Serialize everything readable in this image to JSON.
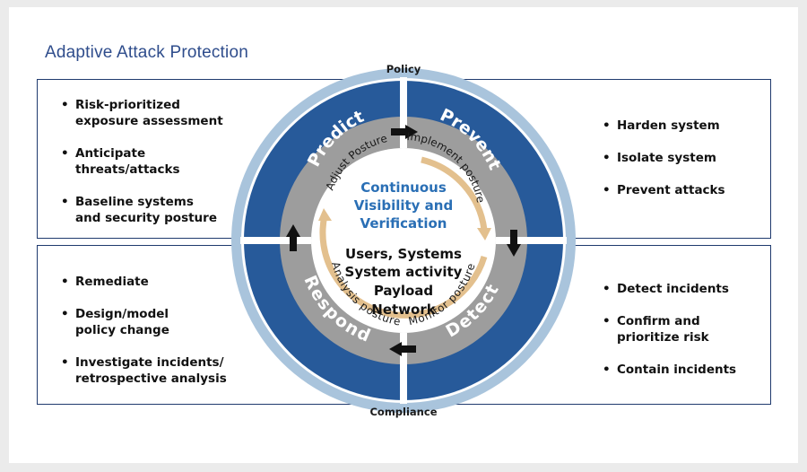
{
  "title": "Adaptive Attack Protection",
  "outer_ring": {
    "top_label": "Policy",
    "bottom_label": "Compliance"
  },
  "quadrants": {
    "predict": {
      "label": "Predict",
      "posture": "Adjust Posture"
    },
    "prevent": {
      "label": "Prevent",
      "posture": "Implement posture"
    },
    "detect": {
      "label": "Detect",
      "posture": "Monitor posture"
    },
    "respond": {
      "label": "Respond",
      "posture": "Analysis posture"
    }
  },
  "center": {
    "heading": [
      "Continuous",
      "Visibility and",
      "Verification"
    ],
    "lines": [
      "Users, Systems",
      "System activity",
      "Payload",
      "Network"
    ]
  },
  "panels": {
    "predict": [
      "Risk-prioritized\nexposure assessment",
      "Anticipate\nthreats/attacks",
      "Baseline systems\nand security posture"
    ],
    "prevent": [
      "Harden system",
      "Isolate system",
      "Prevent attacks"
    ],
    "respond": [
      "Remediate",
      "Design/model\npolicy change",
      "Investigate incidents/\nretrospective analysis"
    ],
    "detect": [
      "Detect incidents",
      "Confirm and\nprioritize risk",
      "Contain incidents"
    ]
  },
  "colors": {
    "outer_ring": "#a9c4dc",
    "quadrant_blue": "#275a9a",
    "posture_gray": "#9d9d9d",
    "cycle_arrow": "#e3c08e",
    "title": "#2f4d8c",
    "center_heading": "#2a6fb5"
  }
}
